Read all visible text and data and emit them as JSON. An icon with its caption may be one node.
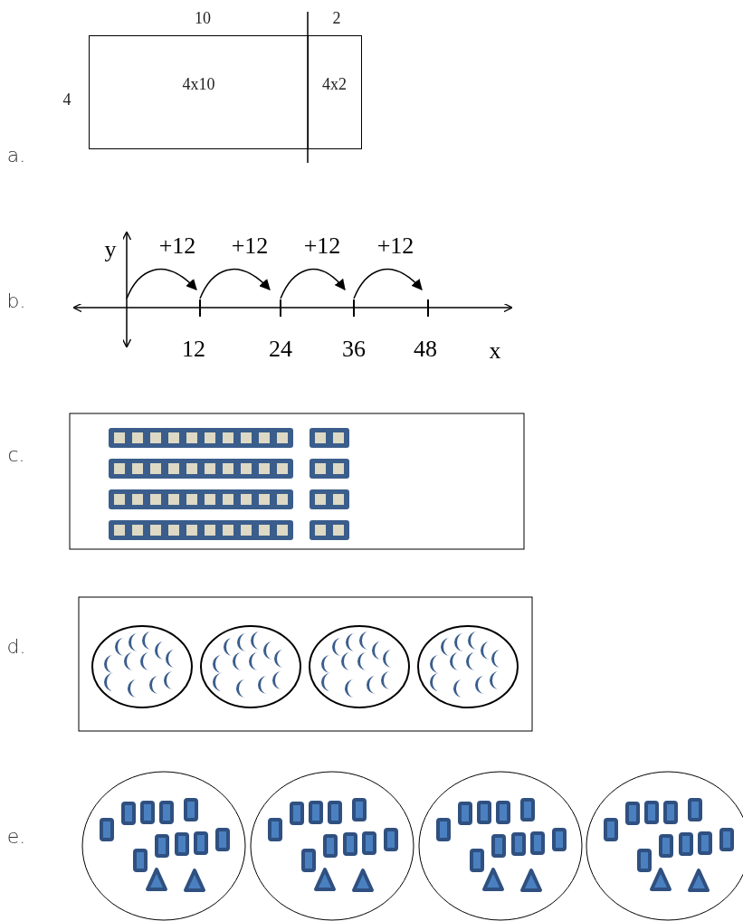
{
  "diagram": {
    "nodes": [
      {
        "text": [
          "4x10"
        ]
      },
      {
        "text": [
          "4x2"
        ]
      }
    ],
    "labels": [
      "a.",
      "10",
      "2",
      "4",
      "b.",
      "y",
      "+12",
      "+12",
      "+12",
      "+12",
      "12",
      "24",
      "36",
      "48",
      "x",
      "c.",
      "d.",
      "e."
    ]
  }
}
